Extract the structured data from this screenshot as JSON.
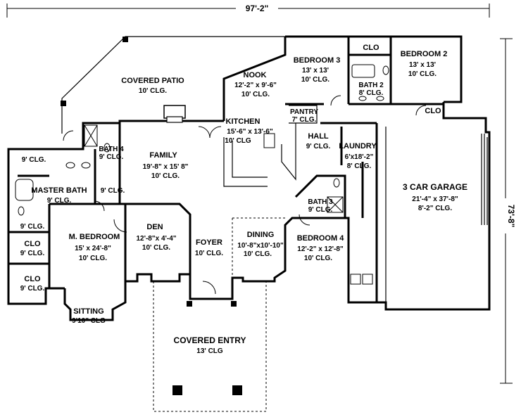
{
  "dimensions": {
    "overall_width": "97'-2\"",
    "overall_depth": "73'-8\""
  },
  "rooms": {
    "covered_patio": {
      "name": "COVERED PATIO",
      "ceiling": "10' CLG."
    },
    "nook": {
      "name": "NOOK",
      "size": "12'-2\" x 9'-6\"",
      "ceiling": "10' CLG."
    },
    "bedroom3": {
      "name": "BEDROOM 3",
      "size": "13' x 13'",
      "ceiling": "10' CLG."
    },
    "clo_top": {
      "name": "CLO"
    },
    "bedroom2": {
      "name": "BEDROOM 2",
      "size": "13' x 13'",
      "ceiling": "10' CLG."
    },
    "bath2": {
      "name": "BATH 2",
      "ceiling": "8' CLG."
    },
    "clo_bed2": {
      "name": "CLO"
    },
    "pantry": {
      "name": "PANTRY",
      "ceiling": "7' CLG."
    },
    "kitchen": {
      "name": "KITCHEN",
      "size": "15'-6\" x 13'-6\"",
      "ceiling": "10' CLG"
    },
    "hall": {
      "name": "HALL",
      "ceiling": "9' CLG."
    },
    "laundry": {
      "name": "LAUNDRY",
      "size": "6'x18'-2\"",
      "ceiling": "8' CLG."
    },
    "family": {
      "name": "FAMILY",
      "size": "19'-8\" x 15' 8\"",
      "ceiling": "10' CLG."
    },
    "bath4": {
      "name": "BATH 4",
      "ceiling": "9' CLG."
    },
    "master_bath": {
      "name": "MASTER BATH",
      "ceiling": "9' CLG."
    },
    "mb_clg_top": {
      "ceiling": "9' CLG."
    },
    "mb_clg_right": {
      "ceiling": "9' CLG."
    },
    "mb_clg_left": {
      "ceiling": "9' CLG."
    },
    "garage": {
      "name": "3 CAR GARAGE",
      "size": "21'-4\" x 37'-8\"",
      "ceiling": "8'-2\" CLG."
    },
    "bath3": {
      "name": "BATH 3",
      "ceiling": "9' CLG."
    },
    "m_bedroom": {
      "name": "M. BEDROOM",
      "size": "15' x 24'-8\"",
      "ceiling": "10' CLG."
    },
    "clo_m1": {
      "name": "CLO",
      "ceiling": "9' CLG."
    },
    "clo_m2": {
      "name": "CLO",
      "ceiling": "9' CLG."
    },
    "den": {
      "name": "DEN",
      "size": "12'-8\"x 4'-4\"",
      "ceiling": "10' CLG."
    },
    "foyer": {
      "name": "FOYER",
      "ceiling": "10' CLG."
    },
    "dining": {
      "name": "DINING",
      "size": "10'-8\"x10'-10\"",
      "ceiling": "10' CLG."
    },
    "bedroom4": {
      "name": "BEDROOM 4",
      "size": "12'-2\" x 12'-8\"",
      "ceiling": "10' CLG."
    },
    "sitting": {
      "name": "SITTING",
      "ceiling": "9'10\" CLG"
    },
    "covered_entry": {
      "name": "COVERED ENTRY",
      "ceiling": "13' CLG"
    }
  }
}
